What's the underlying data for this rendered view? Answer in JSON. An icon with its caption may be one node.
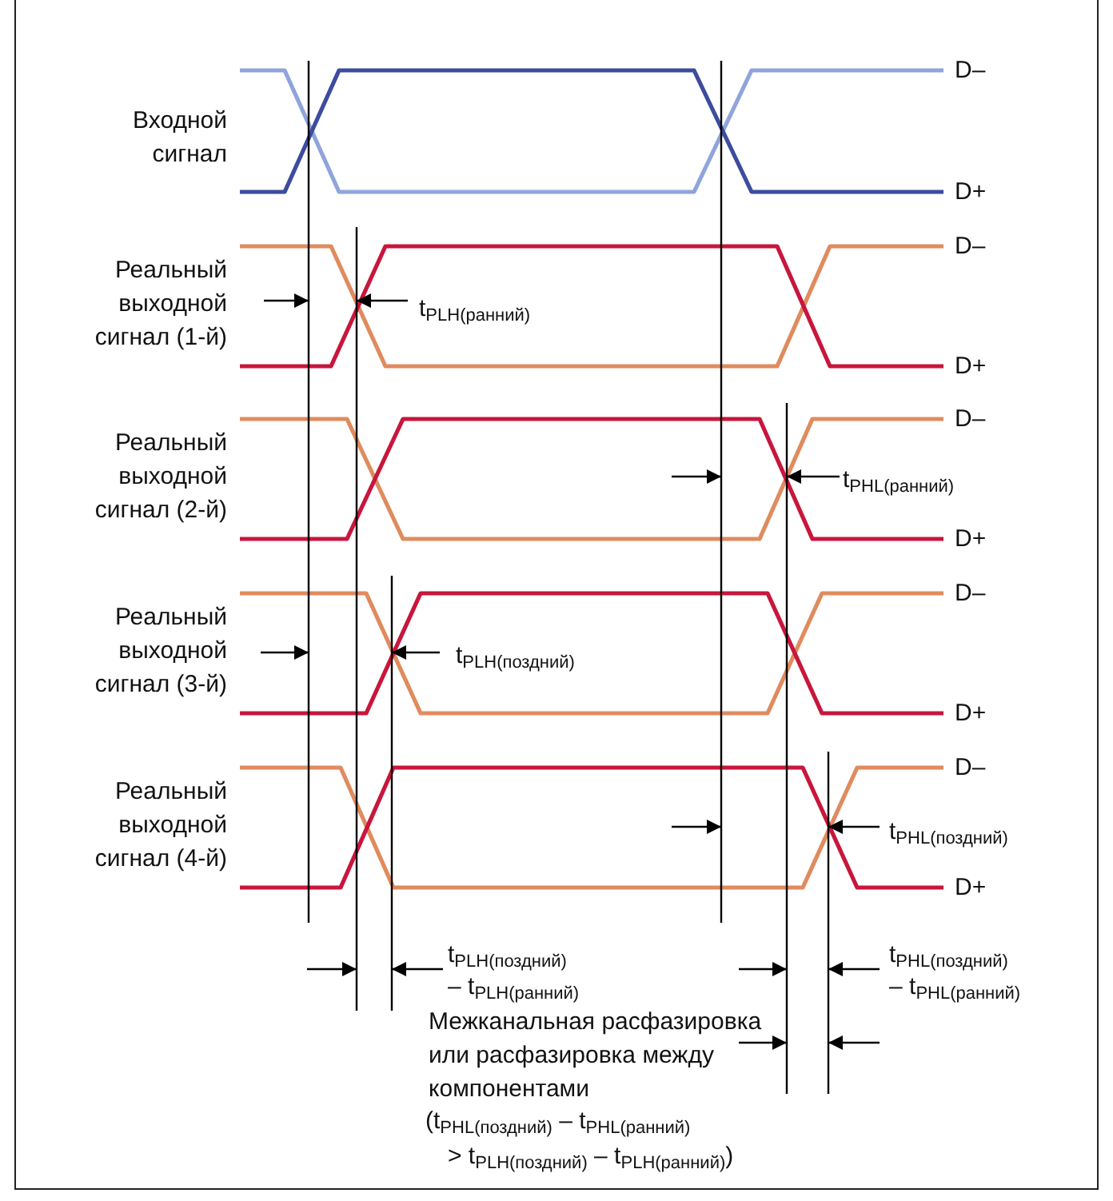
{
  "diagram": {
    "labels": [
      "Входной сигнал",
      "D–",
      "D+",
      "Реальный выходной сигнал (1-й)",
      "t$_{PLH(ранний)}$",
      "D–",
      "D+",
      "Реальный выходной сигнал (2-й)",
      "t$_{PHL(ранний)}$",
      "D–",
      "D+",
      "Реальный выходной сигнал (3-й)",
      "t$_{PLH(поздний)}$",
      "D–",
      "D+",
      "Реальный выходной сигнал (4-й)",
      "t$_{PHL(поздний)}$",
      "D–",
      "D+",
      "t$_{PLH(поздний)}$",
      "– t$_{PLH(ранний)}$",
      "t$_{PHL(поздний)}$",
      "– t$_{PHL(ранний)}$",
      "Межканальная расфазировка или расфазировка между компонентами",
      "(t$_{PHL(поздний)}$ – t$_{PHL(ранний)}$",
      "> t$_{PLH(поздний)}$ – t$_{PLH(ранний)}$)"
    ]
  }
}
